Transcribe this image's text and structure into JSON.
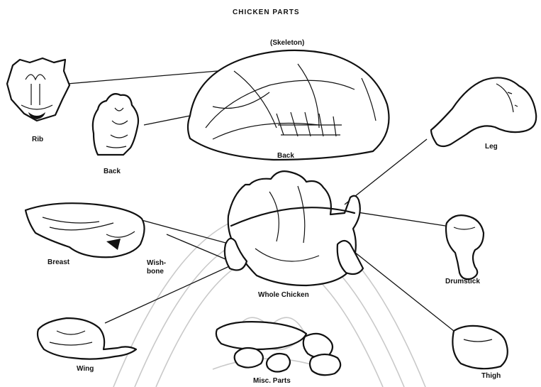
{
  "title": "CHICKEN PARTS",
  "labels": {
    "skeleton": "(Skeleton)",
    "rib": "Rib",
    "back_small": "Back",
    "back_skeleton": "Back",
    "leg": "Leg",
    "breast": "Breast",
    "wishbone_1": "Wish-",
    "wishbone_2": "bone",
    "whole_chicken": "Whole Chicken",
    "drumstick": "Drumstick",
    "wing": "Wing",
    "misc_parts": "Misc. Parts",
    "thigh": "Thigh"
  }
}
